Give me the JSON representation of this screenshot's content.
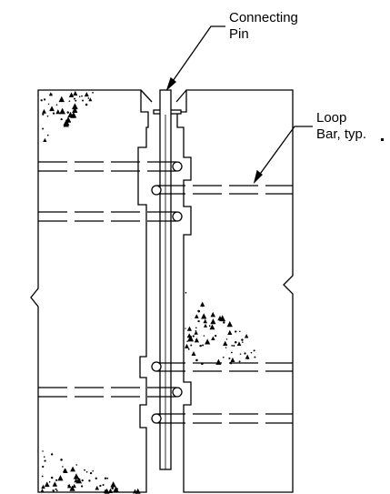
{
  "labels": {
    "pin_line1": "Connecting",
    "pin_line2": "Pin",
    "loop_line1": "Loop",
    "loop_line2": "Bar, typ."
  },
  "style": {
    "line_color": "#000000",
    "background": "#ffffff"
  }
}
